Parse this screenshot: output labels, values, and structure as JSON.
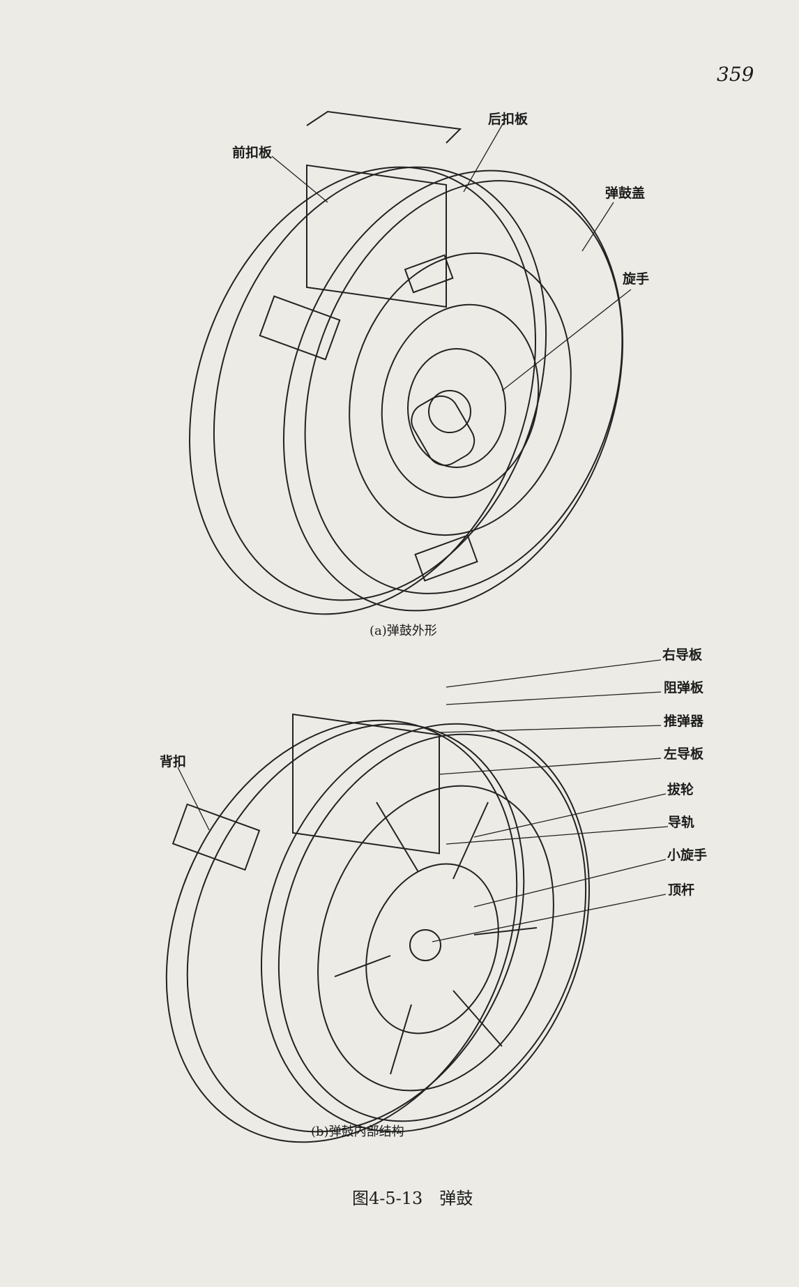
{
  "page_number": "359",
  "figure_a": {
    "caption": "(a)弹鼓外形",
    "labels": {
      "front_plate": "前扣板",
      "rear_plate": "后扣板",
      "drum_cover": "弹鼓盖",
      "winding_key": "旋手"
    }
  },
  "figure_b": {
    "caption": "(b)弹鼓内部结构",
    "labels": {
      "back_buckle": "背扣",
      "right_guide": "右导板",
      "stop_plate": "阻弹板",
      "pusher": "推弹器",
      "left_guide": "左导板",
      "dial_wheel": "拔轮",
      "guide_rail": "导轨",
      "small_key": "小旋手",
      "ejector_rod": "顶杆"
    }
  },
  "figure_title": "图4-5-13　弹鼓"
}
